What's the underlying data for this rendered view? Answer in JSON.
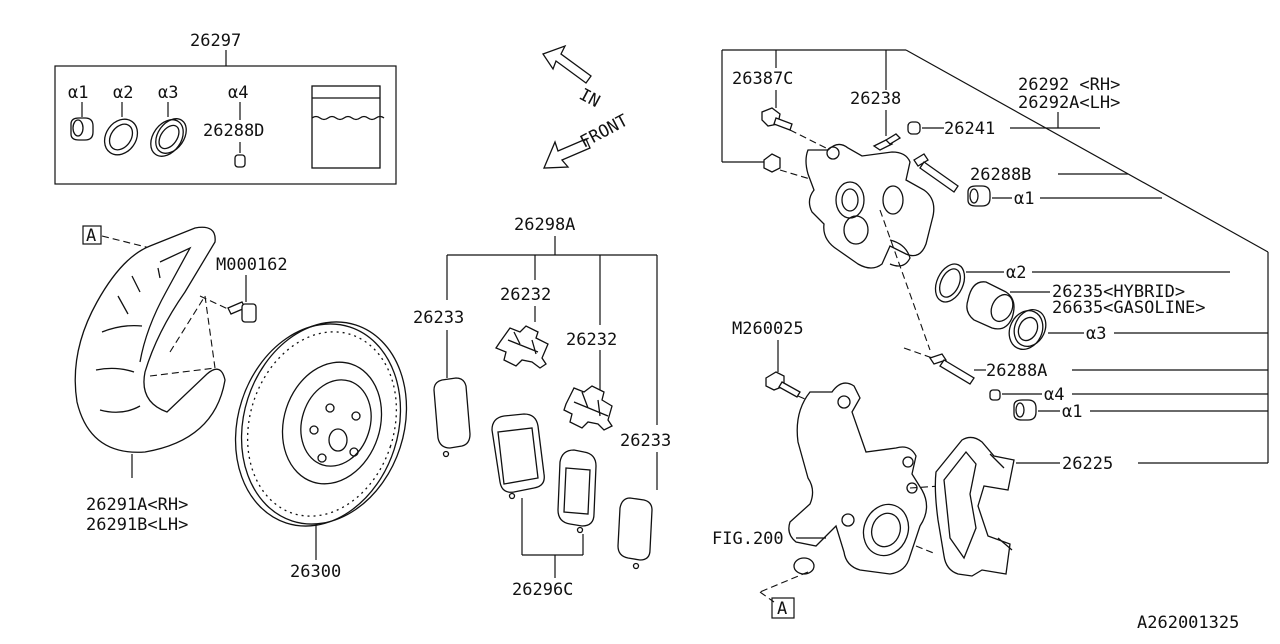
{
  "diagram_id": "A262001325",
  "direction_labels": {
    "in": "IN",
    "front": "FRONT"
  },
  "callout_letter": "A",
  "labels": {
    "seal_kit": "26297",
    "kit_a1": "α1",
    "kit_a2": "α2",
    "kit_a3": "α3",
    "kit_a4": "α4",
    "kit_bleeder_cap": "26288D",
    "backing_plate_bolt": "M000162",
    "backing_plate_rh": "26291A<RH>",
    "backing_plate_lh": "26291B<LH>",
    "disc_rotor": "26300",
    "pad_kit": "26298A",
    "pad_clip_1": "26232",
    "pad_clip_2": "26232",
    "pad_shim_1": "26233",
    "pad_shim_2": "26233",
    "pad_set": "26296C",
    "caliper_bolt_top": "26387C",
    "bleeder_screw": "26238",
    "caliper_rh": "26292 <RH>",
    "caliper_lh": "26292A<LH>",
    "bleeder_cap": "26241",
    "guide_pin_b": "26288B",
    "boot_a1": "α1",
    "seal_a2": "α2",
    "piston_hybrid": "26235<HYBRID>",
    "piston_gasoline": "26635<GASOLINE>",
    "seal_a3": "α3",
    "knuckle_bolt": "M260025",
    "guide_pin_a": "26288A",
    "bushing_a4": "α4",
    "boot_a1_lower": "α1",
    "support_bracket": "26225",
    "figure_ref": "FIG.200"
  }
}
